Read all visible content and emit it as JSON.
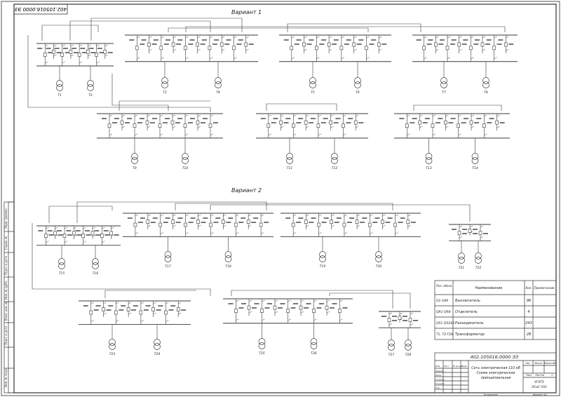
{
  "title_block": {
    "code_top": "402.105016.0000 ЭЗ",
    "code_main": "402.105016.0000 ЭЗ",
    "name_line1": "Сеть электрическая 110 кВ",
    "name_line2": "Схема электрическая",
    "name_line3": "принципиальная",
    "lit_header": "Лит.",
    "mass_header": "Масса",
    "scale_header": "Масштаб",
    "sheet_label": "Лист",
    "sheets_label": "Листов",
    "sheets_value": "1",
    "org_line1": "УГАТУ",
    "org_line2": "ЭСиС-501",
    "copied": "Копировал",
    "format": "Формат А1",
    "rows": [
      "Изм.",
      "Лист",
      "№ докум.",
      "Подп.",
      "Дата",
      "Разраб.",
      "Пров.",
      "Т.контр.",
      "Н.контр.",
      "Утв."
    ]
  },
  "variants": {
    "v1": "Вариант 1",
    "v2": "Вариант 2"
  },
  "side_labels": [
    "Перв. примен.",
    "Справ. №",
    "Подп. и дата",
    "Инв. № дубл.",
    "Взам. инв. №",
    "Подп. и дата",
    "Инв. № подл."
  ],
  "spec_table": {
    "headers": [
      "Поз. обозн.",
      "Наименование",
      "Кол.",
      "Примечание"
    ],
    "rows": [
      {
        "pos": "Q1-Q96",
        "name": "Выключатель",
        "qty": "96",
        "note": ""
      },
      {
        "pos": "QR1-QR4",
        "name": "Отделитель",
        "qty": "4",
        "note": ""
      },
      {
        "pos": "QS1-QS243",
        "name": "Разъединитель",
        "qty": "243",
        "note": ""
      },
      {
        "pos": "T1, T2-T28",
        "name": "Трансформатор",
        "qty": "28",
        "note": ""
      }
    ]
  },
  "substations_v1": [
    {
      "t_a": "Т1",
      "t_b": "Т2"
    },
    {
      "t_a": "Т3",
      "t_b": "Т4"
    },
    {
      "t_a": "Т5",
      "t_b": "Т6"
    },
    {
      "t_a": "Т7",
      "t_b": "Т8"
    },
    {
      "t_a": "Т9",
      "t_b": "Т10"
    },
    {
      "t_a": "Т11",
      "t_b": "Т12"
    },
    {
      "t_a": "Т13",
      "t_b": "Т14"
    }
  ],
  "substations_v2": [
    {
      "t_a": "Т15",
      "t_b": "Т16"
    },
    {
      "t_a": "Т17",
      "t_b": "Т18"
    },
    {
      "t_a": "Т19",
      "t_b": "Т20"
    },
    {
      "t_a": "Т21",
      "t_b": "Т22"
    },
    {
      "t_a": "Т23",
      "t_b": "Т24"
    },
    {
      "t_a": "Т25",
      "t_b": "Т26"
    },
    {
      "t_a": "Т27",
      "t_b": "Т28"
    }
  ]
}
